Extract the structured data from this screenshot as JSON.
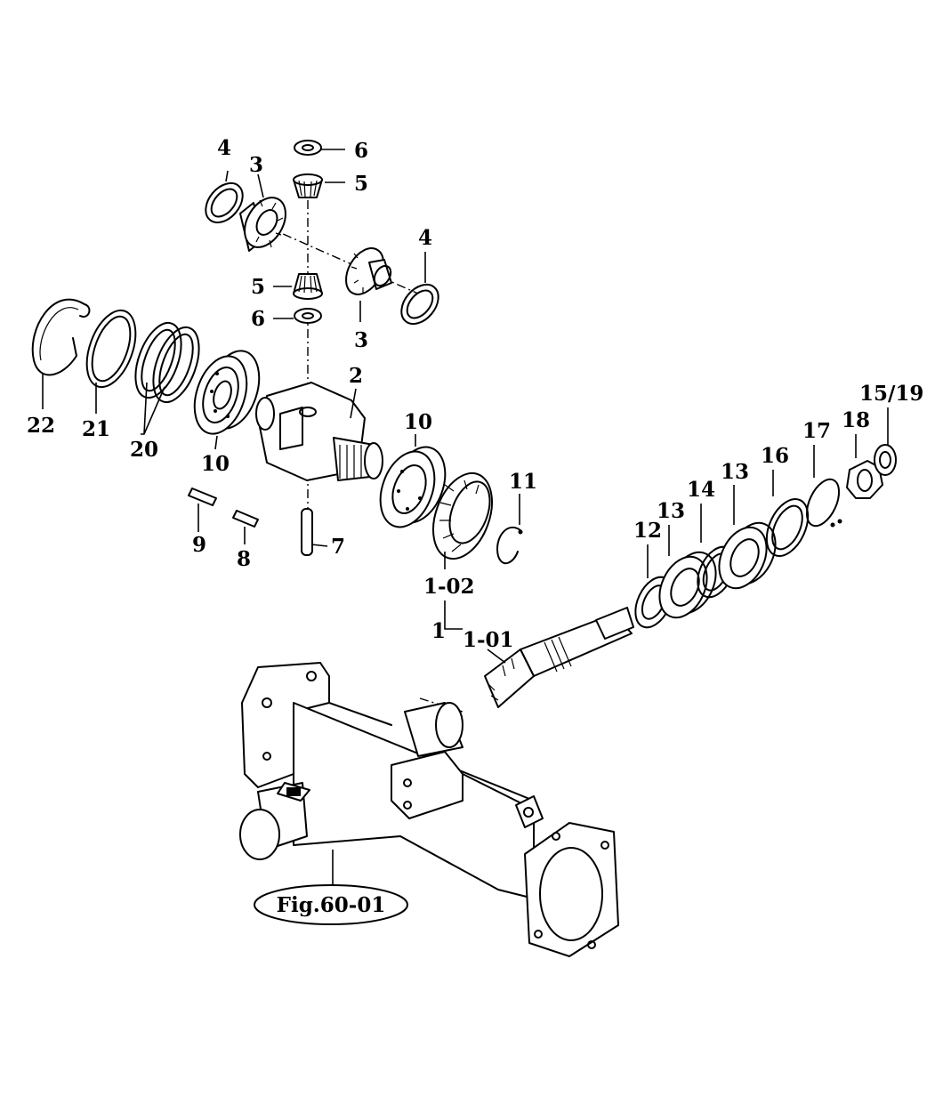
{
  "figure_ref": "Fig.60-01",
  "callouts": {
    "c1": "1",
    "c1_01": "1-01",
    "c1_02": "1-02",
    "c2": "2",
    "c3a": "3",
    "c3b": "3",
    "c4a": "4",
    "c4b": "4",
    "c5a": "5",
    "c5b": "5",
    "c6a": "6",
    "c6b": "6",
    "c7": "7",
    "c8": "8",
    "c9": "9",
    "c10a": "10",
    "c10b": "10",
    "c11": "11",
    "c12": "12",
    "c13a": "13",
    "c13b": "13",
    "c14": "14",
    "c15_19": "15/19",
    "c16": "16",
    "c17": "17",
    "c18": "18",
    "c20": "20",
    "c21": "21",
    "c22": "22"
  }
}
